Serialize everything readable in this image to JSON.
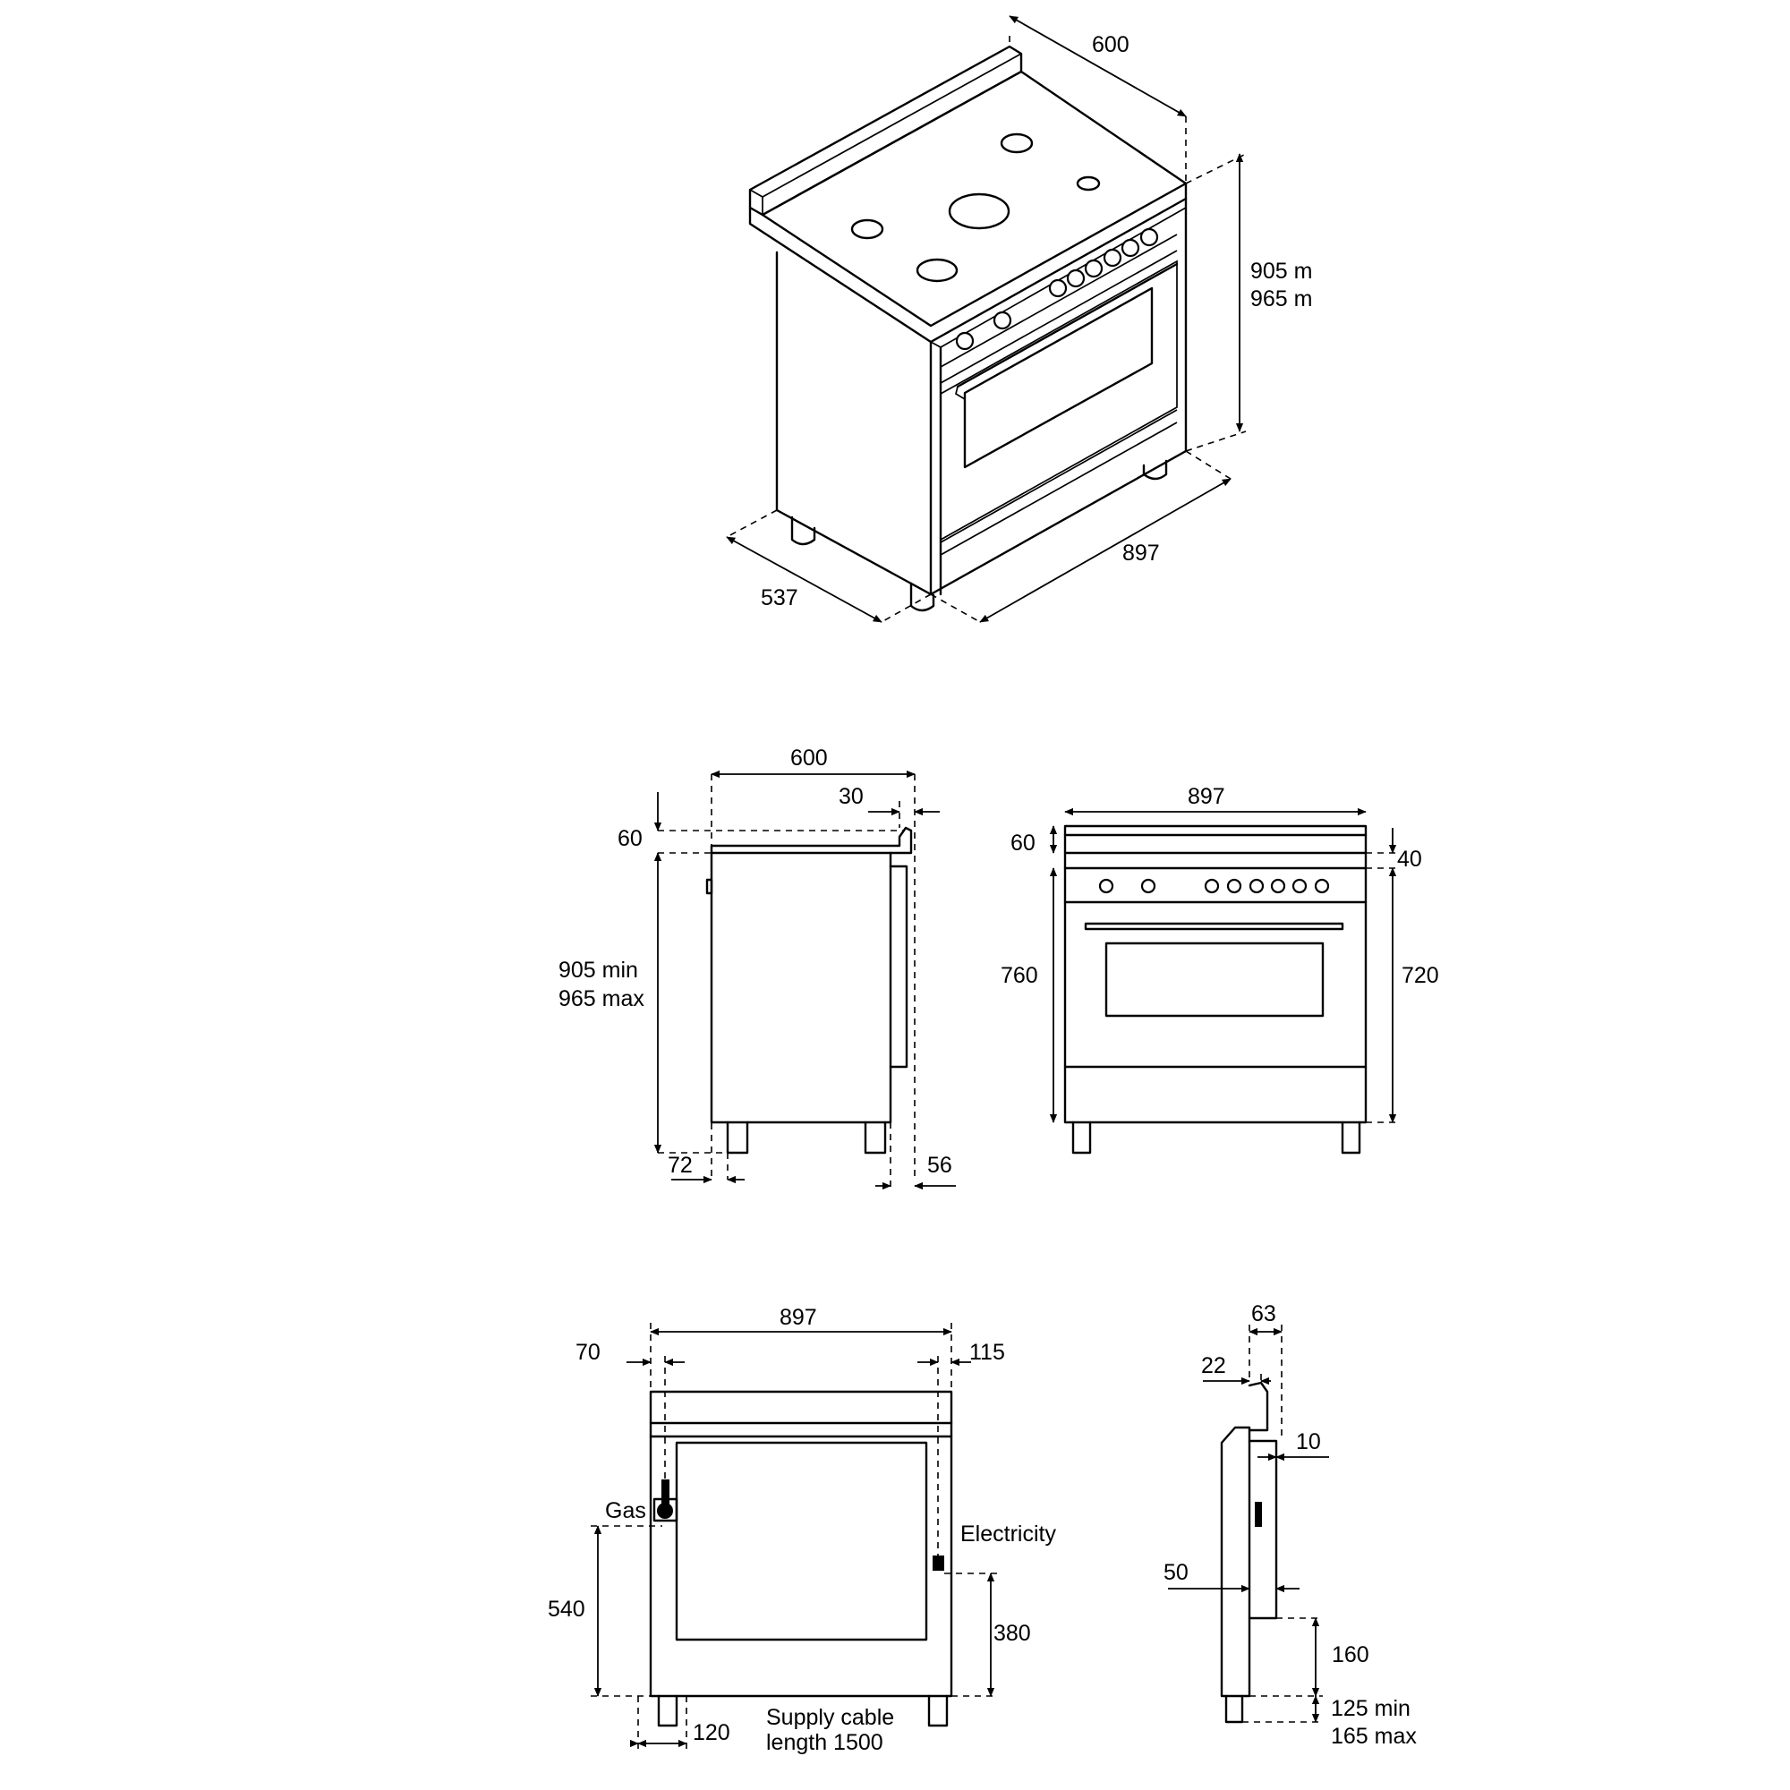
{
  "iso_view": {
    "width": "600",
    "height_min": "905 m",
    "height_max": "965 m",
    "length": "897",
    "depth": "537"
  },
  "side_view": {
    "width": "600",
    "backguard": "30",
    "top_offset": "60",
    "height_min": "905 min",
    "height_max": "965 max",
    "front_leg": "72",
    "rear_leg": "56"
  },
  "front_view": {
    "width": "897",
    "top_offset": "60",
    "backguard_height": "40",
    "body_height": "760",
    "oven_height": "720"
  },
  "rear_view": {
    "width": "897",
    "gas_offset": "70",
    "elec_offset": "115",
    "gas_label": "Gas",
    "elec_label": "Electricity",
    "gas_height": "540",
    "elec_height": "380",
    "leg_offset": "120",
    "cable_line1": "Supply cable",
    "cable_line2": "length 1500"
  },
  "detail_view": {
    "depth": "63",
    "offset_22": "22",
    "offset_10": "10",
    "offset_50": "50",
    "height_160": "160",
    "leg_min": "125 min",
    "leg_max": "165 max"
  }
}
